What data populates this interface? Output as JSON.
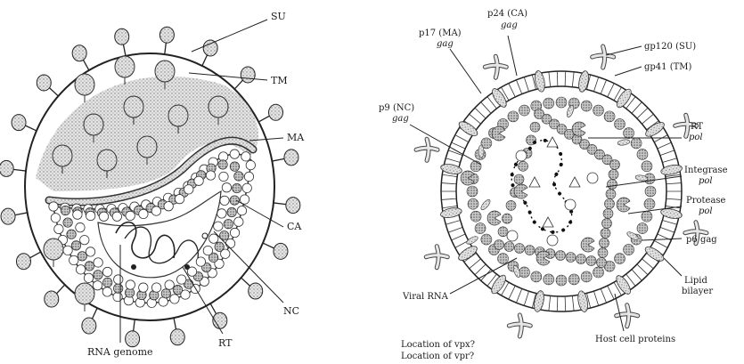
{
  "left_diagram": {
    "labels": {
      "su": "SU",
      "tm": "TM",
      "ma": "MA",
      "ca": "CA",
      "nc": "NC",
      "rt": "RT",
      "rna_genome": "RNA genome"
    }
  },
  "right_diagram": {
    "labels": {
      "p17_line1": "p17 (MA)",
      "p17_line2": "gag",
      "p24_line1": "p24 (CA)",
      "p24_line2": "gag",
      "p9_line1": "p9 (NC)",
      "p9_line2": "gag",
      "gp120": "gp120 (SU)",
      "gp41": "gp41 (TM)",
      "rt_line1": "RT",
      "rt_line2": "pol",
      "integrase_line1": "Integrase",
      "integrase_line2": "pol",
      "protease_line1": "Protease",
      "protease_line2": "pol",
      "p6": "p6 gag",
      "lipid_line1": "Lipid",
      "lipid_line2": "bilayer",
      "viral_rna": "Viral RNA",
      "host_cell_proteins": "Host cell proteins",
      "location_1": "Location of vpx?",
      "location_2": "Location of vpr?"
    }
  }
}
